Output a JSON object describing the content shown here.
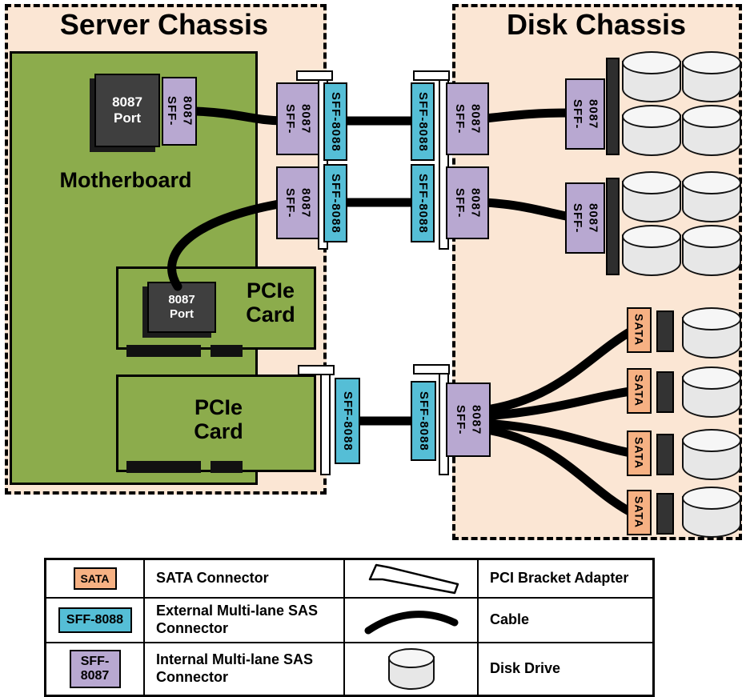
{
  "titles": {
    "server": "Server Chassis",
    "disk": "Disk Chassis"
  },
  "board": {
    "motherboard": "Motherboard",
    "port": "8087\nPort",
    "pcie": "PCIe\nCard"
  },
  "conn": {
    "sff8087": "SFF-\n8087",
    "sff8088": "SFF-8088",
    "sata": "SATA"
  },
  "colors": {
    "chassis_fill": "#fbe6d4",
    "board_green": "#8cac4c",
    "sas_internal_purple": "#b8a8d1",
    "sas_external_teal": "#55bed6",
    "sata_orange": "#f6b183",
    "cable_black": "#000000"
  },
  "legend": {
    "rows": [
      {
        "icon_label": "SATA",
        "icon": "sata-connector",
        "name": "SATA Connector",
        "icon2": "pci-bracket",
        "name2": "PCI Bracket Adapter"
      },
      {
        "icon_label": "SFF-8088",
        "icon": "sff-8088-connector",
        "name": "External Multi-lane SAS\nConnector",
        "icon2": "cable",
        "name2": "Cable"
      },
      {
        "icon_label": "SFF-\n8087",
        "icon": "sff-8087-connector",
        "name": "Internal Multi-lane SAS\nConnector",
        "icon2": "disk-drive",
        "name2": "Disk Drive"
      }
    ]
  }
}
